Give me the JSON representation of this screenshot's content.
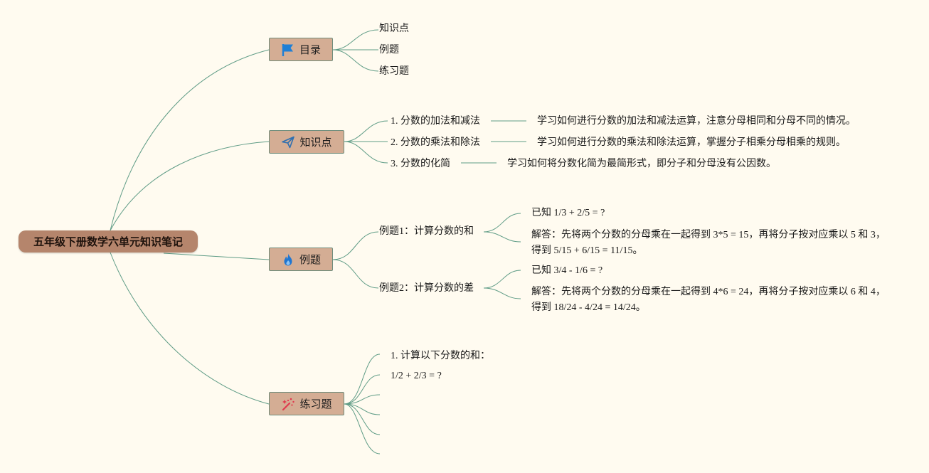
{
  "root": {
    "title": "五年级下册数学六单元知识笔记"
  },
  "branches": {
    "catalog": {
      "title": "目录",
      "icon": "flag-icon",
      "items": [
        "知识点",
        "例题",
        "练习题"
      ]
    },
    "knowledge": {
      "title": "知识点",
      "icon": "paper-plane-icon",
      "items": [
        {
          "name": "1. 分数的加法和减法",
          "desc": "学习如何进行分数的加法和减法运算，注意分母相同和分母不同的情况。"
        },
        {
          "name": "2. 分数的乘法和除法",
          "desc": "学习如何进行分数的乘法和除法运算，掌握分子相乘分母相乘的规则。"
        },
        {
          "name": "3. 分数的化简",
          "desc": "学习如何将分数化简为最简形式，即分子和分母没有公因数。"
        }
      ]
    },
    "examples": {
      "title": "例题",
      "icon": "fire-icon",
      "items": [
        {
          "name": "例题1：计算分数的和",
          "question": "已知 1/3 + 2/5 = ?",
          "answer": "解答：先将两个分数的分母乘在一起得到 3*5 = 15，再将分子按对应乘以 5 和 3，得到 5/15 + 6/15 = 11/15。"
        },
        {
          "name": "例题2：计算分数的差",
          "question": "已知 3/4 - 1/6 = ?",
          "answer": "解答：先将两个分数的分母乘在一起得到 4*6 = 24，再将分子按对应乘以 6 和 4，得到 18/24 - 4/24 = 14/24。"
        }
      ]
    },
    "exercises": {
      "title": "练习题",
      "icon": "magic-wand-icon",
      "items": [
        "1. 计算以下分数的和：",
        "1/2 + 2/3 = ?",
        "",
        "",
        ""
      ]
    }
  },
  "colors": {
    "background": "#fffbf0",
    "root": "#b5856c",
    "topic": "#d4ad94",
    "line": "#5f9c86",
    "flag": "#1e7fd6",
    "plane": "#2f6fb0",
    "fire": "#1f76d2",
    "wand": "#e0394e"
  }
}
